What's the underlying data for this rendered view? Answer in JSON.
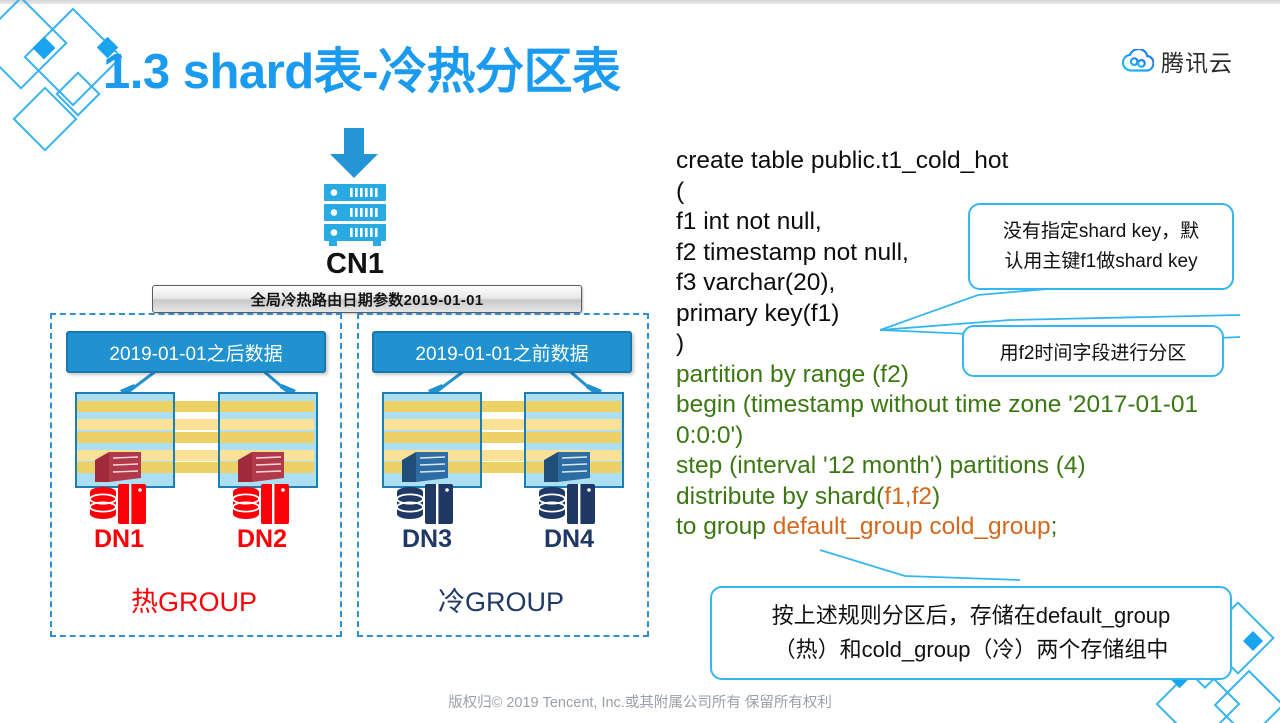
{
  "slide": {
    "title": "1.3 shard表-冷热分区表",
    "logo_text": "腾讯云",
    "footer": "版权归© 2019 Tencent, Inc.或其附属公司所有 保留所有权利",
    "accent_color": "#1a9bf0",
    "hot_color": "#fb0007",
    "cold_color": "#1f3864",
    "code_green": "#3b7811",
    "code_orange": "#d2691e"
  },
  "diagram": {
    "cn_label": "CN1",
    "route_bar": "全局冷热路由日期参数2019-01-01",
    "hot_group": {
      "banner": "2019-01-01之后数据",
      "group_label": "热GROUP",
      "nodes": [
        "DN1",
        "DN2"
      ]
    },
    "cold_group": {
      "banner": "2019-01-01之前数据",
      "group_label": "冷GROUP",
      "nodes": [
        "DN3",
        "DN4"
      ]
    }
  },
  "code": {
    "line1": "create table public.t1_cold_hot",
    "line2": "(",
    "line3": "f1 int not null,",
    "line4": "f2 timestamp not null,",
    "line5": "f3 varchar(20),",
    "line6": "primary key(f1)",
    "line7": ")",
    "line8": "partition by range (f2)",
    "line9": "begin (timestamp without time zone '2017-01-01",
    "line10": "0:0:0')",
    "line11": "step (interval '12 month') partitions (4)",
    "line12_a": "distribute by shard(",
    "line12_b": "f1,f2",
    "line12_c": ")",
    "line13_a": "to group ",
    "line13_b": "default_group cold_group",
    "line13_c": ";"
  },
  "callouts": {
    "shard_key": {
      "line1": "没有指定shard key，默",
      "line2": "认用主键f1做shard key"
    },
    "partition": {
      "line1": "用f2时间字段进行分区"
    },
    "storage": {
      "line1": "按上述规则分区后，存储在default_group",
      "line2": "（热）和cold_group（冷）两个存储组中"
    }
  }
}
